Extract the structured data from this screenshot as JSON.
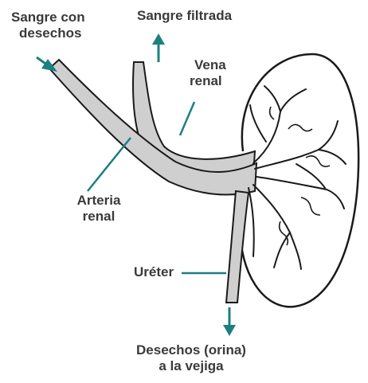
{
  "labels": {
    "blood_in": [
      "Sangre con",
      "desechos"
    ],
    "blood_filtered": "Sangre filtrada",
    "renal_vein": [
      "Vena",
      "renal"
    ],
    "renal_artery": [
      "Arteria",
      "renal"
    ],
    "ureter": "Uréter",
    "waste_out": [
      "Desechos (orina)",
      "a la vejiga"
    ]
  },
  "colors": {
    "arrow": "#1d7f80",
    "vessel_fill": "#cfcfcf",
    "outline": "#1a1a1a",
    "text": "#3a3a3a"
  },
  "icons": [
    "arrow-in-icon",
    "arrow-up-icon",
    "arrow-down-icon"
  ]
}
